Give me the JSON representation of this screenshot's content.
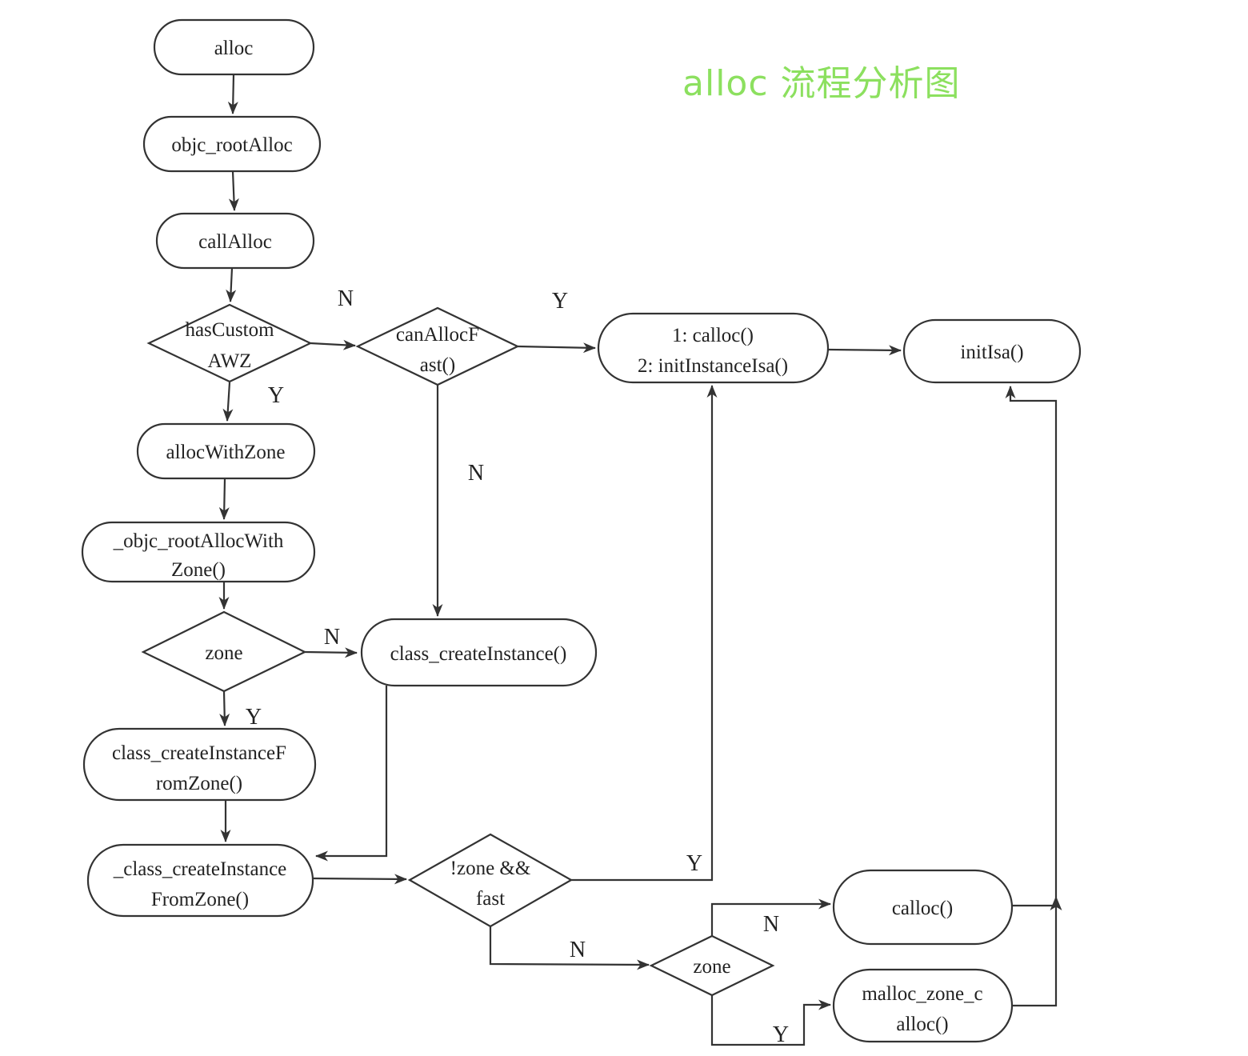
{
  "title": "alloc 流程分析图",
  "colors": {
    "title_green": "#8ce05f",
    "line": "#333333",
    "node_fill": "#ffffff",
    "text": "#222222"
  },
  "nodes": {
    "alloc": {
      "label": "alloc"
    },
    "objc_root_alloc": {
      "label": "objc_rootAlloc"
    },
    "call_alloc": {
      "label": "callAlloc"
    },
    "has_custom_awz": {
      "line1": "hasCustom",
      "line2": "AWZ"
    },
    "can_alloc_fast": {
      "line1": "canAllocF",
      "line2": "ast()"
    },
    "calloc_init_instance_isa": {
      "line1": "1: calloc()",
      "line2": "2: initInstanceIsa()"
    },
    "init_isa": {
      "label": "initIsa()"
    },
    "alloc_with_zone": {
      "label": "allocWithZone"
    },
    "objc_root_alloc_with_zone": {
      "line1": "_objc_rootAllocWith",
      "line2": "Zone()"
    },
    "zone_check": {
      "label": "zone"
    },
    "class_create_instance": {
      "label": "class_createInstance()"
    },
    "class_create_instance_from_zone": {
      "line1": "class_createInstanceF",
      "line2": "romZone()"
    },
    "underscore_class_create_instance_from_zone": {
      "line1": "_class_createInstance",
      "line2": "FromZone()"
    },
    "not_zone_and_fast": {
      "line1": "!zone  &&",
      "line2": "fast"
    },
    "zone_check_2": {
      "label": "zone"
    },
    "calloc": {
      "label": "calloc()"
    },
    "malloc_zone_calloc": {
      "line1": "malloc_zone_c",
      "line2": "alloc()"
    }
  },
  "edge_labels": {
    "has_custom_awz_n": "N",
    "has_custom_awz_y": "Y",
    "can_alloc_fast_y": "Y",
    "can_alloc_fast_n": "N",
    "zone_check_n": "N",
    "zone_check_y": "Y",
    "not_zone_and_fast_y": "Y",
    "not_zone_and_fast_n": "N",
    "zone_check_2_n": "N",
    "zone_check_2_y": "Y"
  }
}
